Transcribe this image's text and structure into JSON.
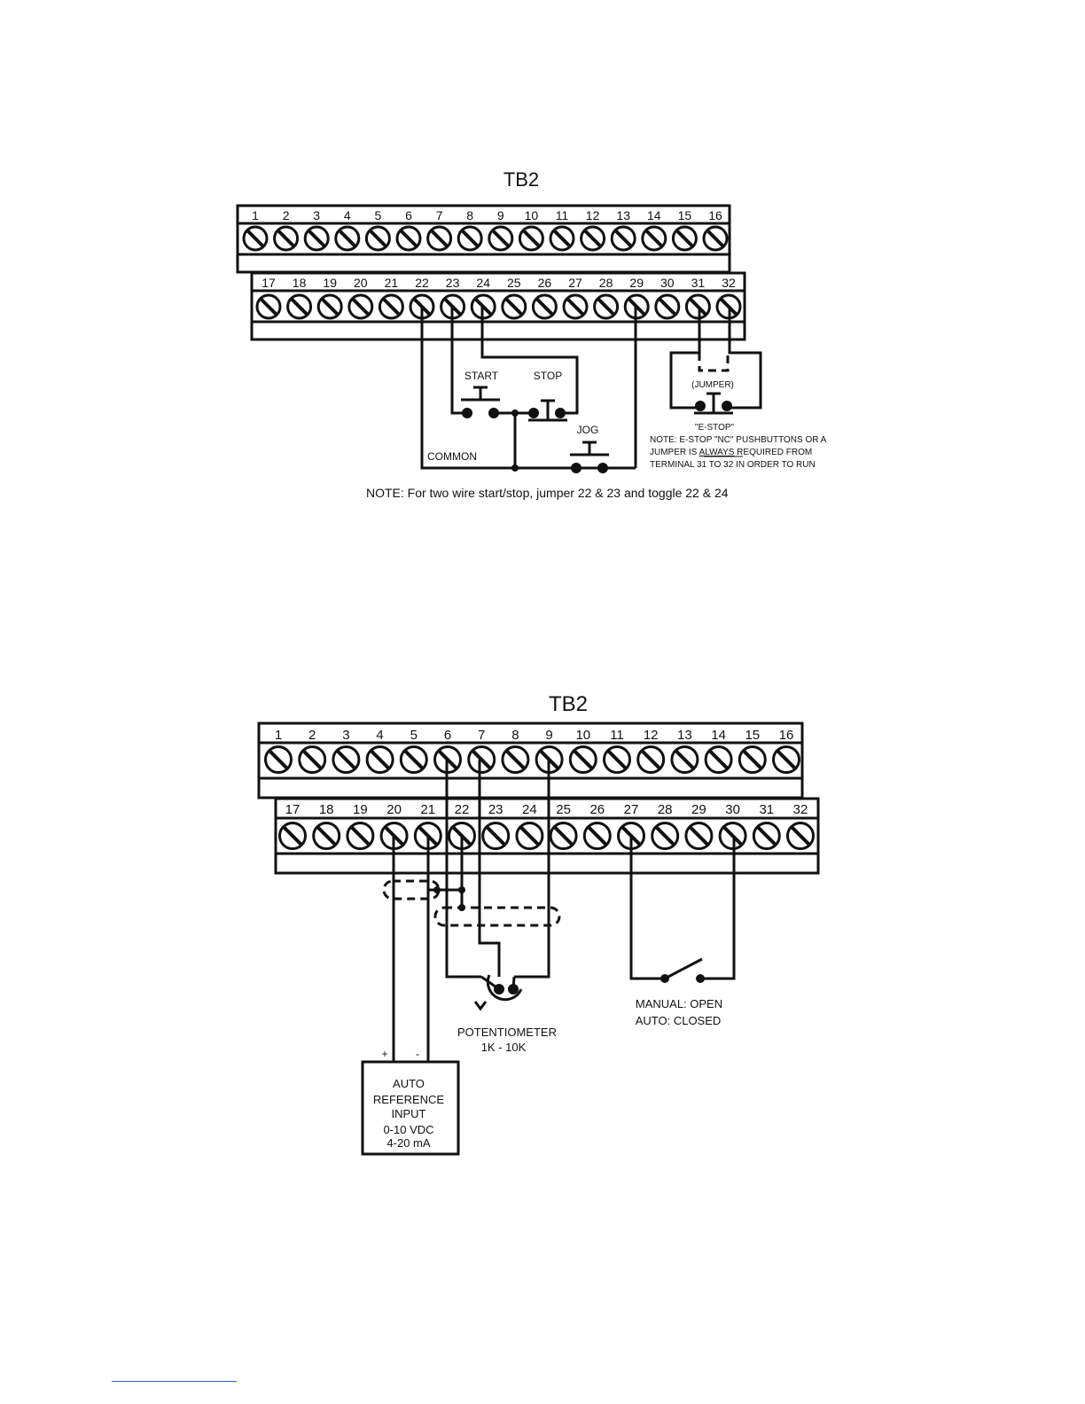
{
  "diagram1": {
    "title": "TB2",
    "terminals_top": [
      "1",
      "2",
      "3",
      "4",
      "5",
      "6",
      "7",
      "8",
      "9",
      "10",
      "11",
      "12",
      "13",
      "14",
      "15",
      "16"
    ],
    "terminals_bottom": [
      "17",
      "18",
      "19",
      "20",
      "21",
      "22",
      "23",
      "24",
      "25",
      "26",
      "27",
      "28",
      "29",
      "30",
      "31",
      "32"
    ],
    "labels": {
      "start": "START",
      "stop": "STOP",
      "jog": "JOG",
      "common": "COMMON",
      "jumper": "(JUMPER)",
      "estop": "\"E-STOP\"",
      "estop_note_1": "NOTE:  E-STOP \"NC\" PUSHBUTTONS OR A",
      "estop_note_2a": "JUMPER IS ",
      "estop_note_2b": "ALWAYS",
      "estop_note_2c": " REQUIRED FROM",
      "estop_note_3": "TERMINAL 31 TO 32 IN ORDER TO RUN",
      "bottom_note": "NOTE:  For two wire start/stop, jumper 22 & 23 and toggle 22 & 24"
    }
  },
  "diagram2": {
    "title": "TB2",
    "terminals_top": [
      "1",
      "2",
      "3",
      "4",
      "5",
      "6",
      "7",
      "8",
      "9",
      "10",
      "11",
      "12",
      "13",
      "14",
      "15",
      "16"
    ],
    "terminals_bottom": [
      "17",
      "18",
      "19",
      "20",
      "21",
      "22",
      "23",
      "24",
      "25",
      "26",
      "27",
      "28",
      "29",
      "30",
      "31",
      "32"
    ],
    "labels": {
      "manual": "MANUAL: OPEN",
      "auto": "AUTO: CLOSED",
      "pot_1": "POTENTIOMETER",
      "pot_2": "1K - 10K",
      "plus": "+",
      "minus": "-",
      "ref_1": "AUTO",
      "ref_2": "REFERENCE",
      "ref_3": "INPUT",
      "ref_4": "0-10 VDC",
      "ref_5": "4-20 mA"
    }
  }
}
